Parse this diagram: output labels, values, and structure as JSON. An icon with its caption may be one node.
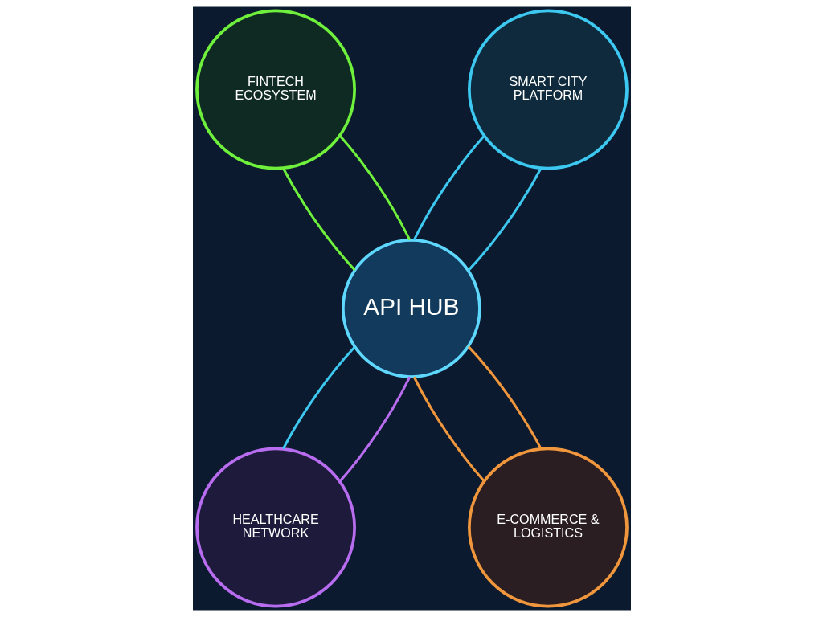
{
  "diagram": {
    "nodes": [
      {
        "text": [
          "API HUB"
        ]
      },
      {
        "text": [
          "FINTECH ECOSYSTEM"
        ]
      },
      {
        "text": [
          "SMART CITY PLATFORM"
        ]
      },
      {
        "text": [
          "HEALTHCARE NETWORK"
        ]
      },
      {
        "text": [
          "E-COMMERCE & LOGISTICS"
        ]
      }
    ],
    "edges": [
      {
        "from": 1,
        "to": 0,
        "arrow": "none",
        "color": "#6ef03c"
      },
      {
        "from": 1,
        "to": 0,
        "arrow": "none",
        "color": "#6ef03c"
      },
      {
        "from": 2,
        "to": 0,
        "arrow": "none"
      },
      {
        "from": 2,
        "to": 0,
        "arrow": "none"
      },
      {
        "from": 0,
        "to": 3,
        "arrow": "none"
      },
      {
        "from": 0,
        "to": 3,
        "arrow": "none",
        "color": "#b86cf0"
      },
      {
        "from": 0,
        "to": 4,
        "arrow": "none",
        "color": "#f0963c"
      },
      {
        "from": 0,
        "to": 4,
        "arrow": "none",
        "color": "#f0963c"
      }
    ]
  }
}
